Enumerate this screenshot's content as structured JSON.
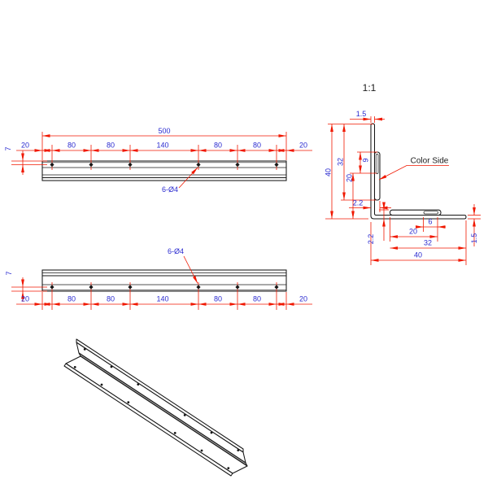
{
  "drawing": {
    "type": "technical-drawing",
    "colors": {
      "dimension_red": "#f01800",
      "dimension_text_blue": "#2b2bd0",
      "line_black": "#161616",
      "iso_shade_gray": "#9b9b9b",
      "background": "#ffffff"
    },
    "views": {
      "top": {
        "total_length": "500",
        "segments": [
          "20",
          "80",
          "80",
          "140",
          "80",
          "80",
          "20"
        ],
        "hole_edge_distance": "7",
        "hole_callout": "6-Ø4"
      },
      "front": {
        "segments": [
          "20",
          "80",
          "80",
          "140",
          "80",
          "80",
          "20"
        ],
        "hole_edge_distance": "7",
        "hole_callout": "6-Ø4"
      },
      "section": {
        "scale_label": "1:1",
        "color_side_label": "Color Side",
        "thickness_top": "1.5",
        "thickness_right": "1.5",
        "height_overall": "40",
        "height_to_rib": "32",
        "height_slot": "20",
        "slot_length_vertical": "9",
        "rib_offset_horizontal": "2.2",
        "rib_offset_vertical": "2.2",
        "slot_length_horizontal": "6",
        "width_rib": "20",
        "width_to_rib": "32",
        "width_overall": "40"
      }
    }
  }
}
